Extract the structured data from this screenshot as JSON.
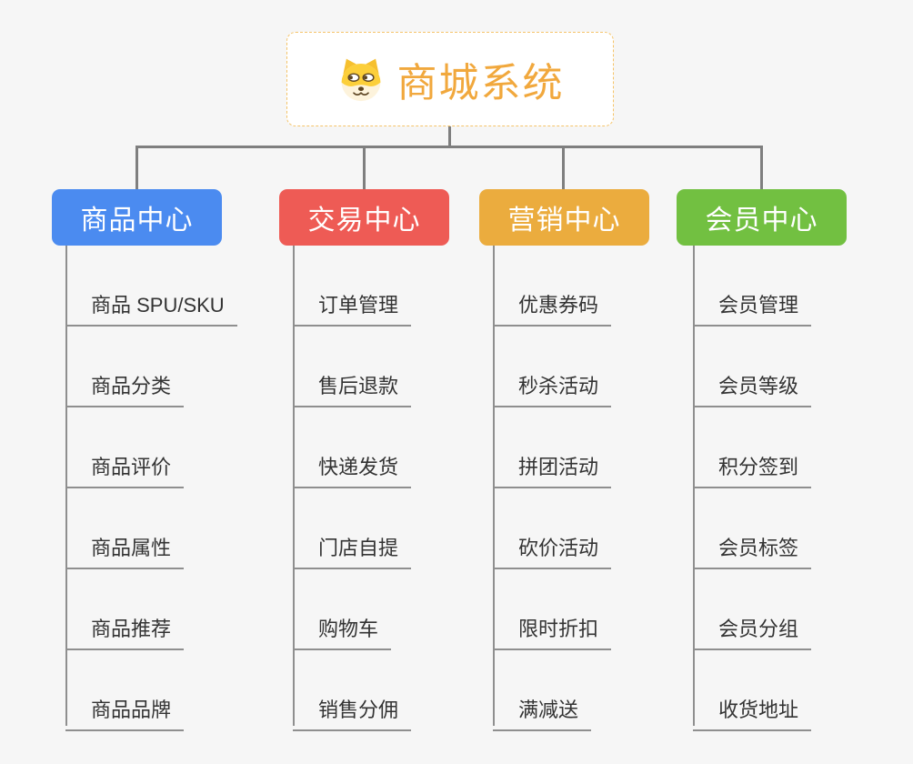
{
  "page": {
    "background": "#f6f6f6",
    "connector_color": "#7f7f7f",
    "leaf_line_color": "#8f8f8f",
    "leaf_text_color": "#333333"
  },
  "root": {
    "label": "商城系统",
    "icon": "dog-face-icon",
    "text_color": "#f1a83d",
    "border_color": "#f5c469"
  },
  "branches": [
    {
      "label": "商品中心",
      "color": "#4b8bf0",
      "children": [
        "商品 SPU/SKU",
        "商品分类",
        "商品评价",
        "商品属性",
        "商品推荐",
        "商品品牌"
      ]
    },
    {
      "label": "交易中心",
      "color": "#ee5b55",
      "children": [
        "订单管理",
        "售后退款",
        "快递发货",
        "门店自提",
        "购物车",
        "销售分佣"
      ]
    },
    {
      "label": "营销中心",
      "color": "#ebac3e",
      "children": [
        "优惠券码",
        "秒杀活动",
        "拼团活动",
        "砍价活动",
        "限时折扣",
        "满减送"
      ]
    },
    {
      "label": "会员中心",
      "color": "#72c041",
      "children": [
        "会员管理",
        "会员等级",
        "积分签到",
        "会员标签",
        "会员分组",
        "收货地址"
      ]
    }
  ]
}
